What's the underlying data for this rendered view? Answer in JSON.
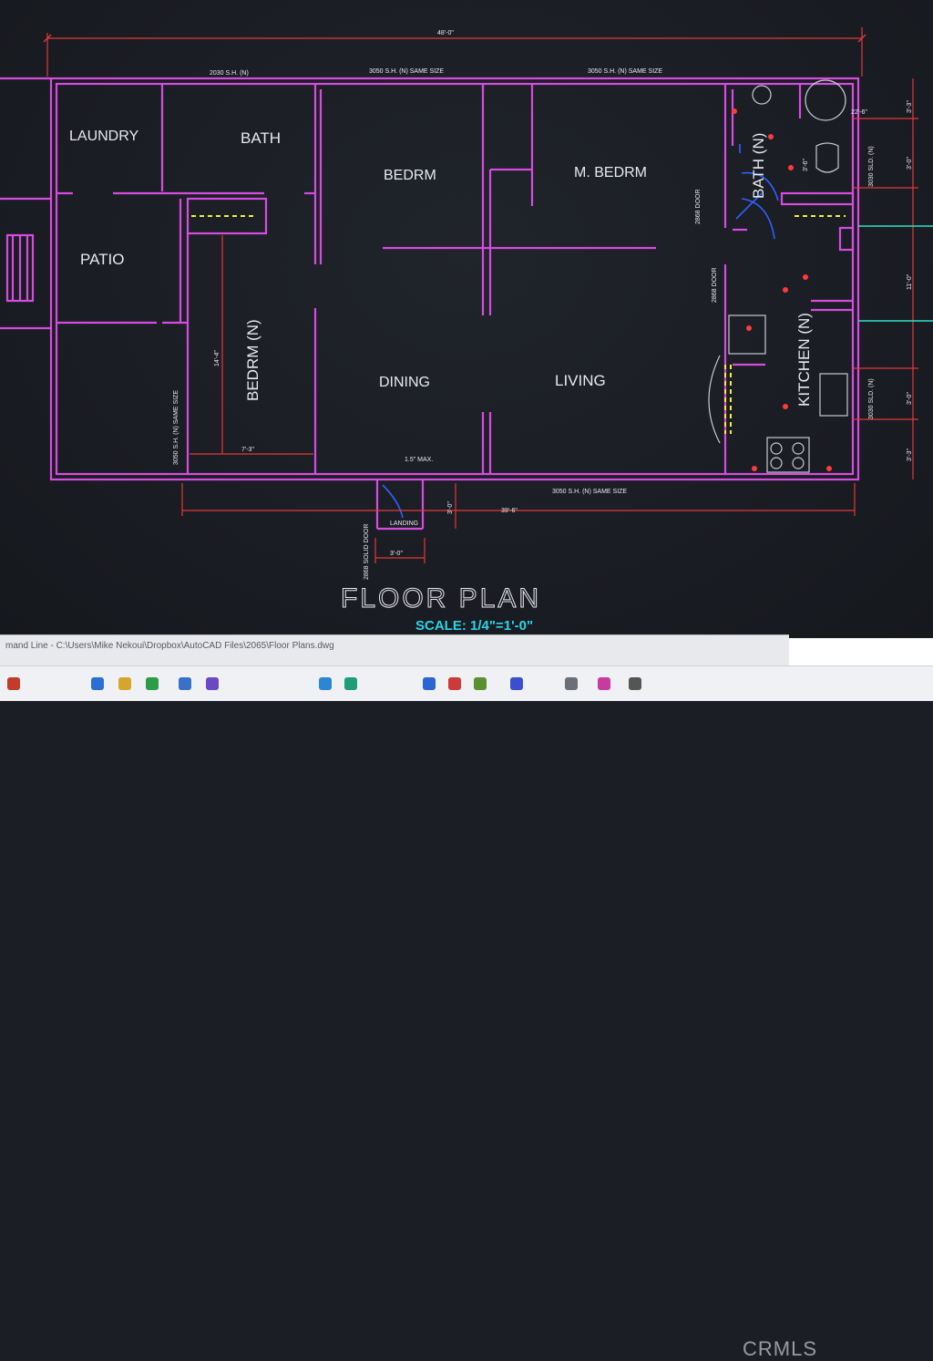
{
  "plan": {
    "title": "FLOOR PLAN",
    "scale": "SCALE: 1/4\"=1'-0\"",
    "rooms": {
      "laundry": "LAUNDRY",
      "bath": "BATH",
      "bedrm": "BEDRM",
      "m_bedrm": "M. BEDRM",
      "patio": "PATIO",
      "bedrm_n": "BEDRM (N)",
      "bath_n": "BATH (N)",
      "dining": "DINING",
      "living": "LIVING",
      "kitchen_n": "KITCHEN (N)",
      "landing": "LANDING"
    },
    "dimensions": {
      "overall_width": "48'-0\"",
      "lower_width": "39'-6\"",
      "bedrm_height": "14'-4\"",
      "bedrm_width": "7'-3\"",
      "landing_width": "3'-0\"",
      "landing_depth": "3'-0\"",
      "right_1": "3'-3\"",
      "right_2": "3'-0\"",
      "right_3": "11'-0\"",
      "right_4": "3'-0\"",
      "right_5": "3'-3\"",
      "diag": "22'-6\"",
      "bath_small": "3'-6\"",
      "max_step": "1.5\" MAX."
    },
    "windows": {
      "top_left": "2030 S.H. (N)",
      "top_mid": "3050 S.H. (N) SAME SIZE",
      "top_right": "3050 S.H. (N) SAME SIZE",
      "bottom": "3050 S.H. (N) SAME SIZE",
      "left_side": "3050 S.H. (N) SAME SIZE",
      "right_top": "3030 SLD. (N)",
      "right_bottom": "3030 SLD. (N)"
    },
    "doors": {
      "bath_door": "2868 DOOR",
      "hall_door": "2868 DOOR",
      "entry_door": "2868 SOLID DOOR"
    }
  },
  "command_line": {
    "text": "mand Line - C:\\Users\\Mike Nekoui\\Dropbox\\AutoCAD Files\\2065\\Floor Plans.dwg"
  },
  "watermark": "CRMLS",
  "colors": {
    "walls": "#d64ce0",
    "dimensions": "#e23a3a",
    "scale_text": "#2ad4e8",
    "doors": "#2e61ff"
  }
}
